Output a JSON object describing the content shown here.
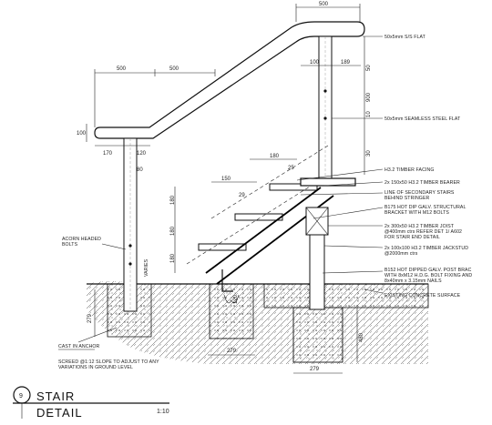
{
  "drawing": {
    "number": "9",
    "title_line1": "STAIR",
    "title_line2": "DETAIL",
    "scale": "1:10"
  },
  "dimensions": {
    "top_500": "500",
    "left_500_a": "500",
    "left_500_b": "500",
    "d100_left": "100",
    "d100_post": "100",
    "d189": "189",
    "d170": "170",
    "d120": "120",
    "d80": "80",
    "d50": "50",
    "d900": "900",
    "d10": "10",
    "d180_a": "180",
    "d180_b": "180",
    "d180_c": "180",
    "d150": "150",
    "d25": "25",
    "d29": "29",
    "d279_left": "279",
    "d279_a": "279",
    "d279_b": "279",
    "d480": "480",
    "d30": "30"
  },
  "labels": {
    "flat_5050": "50x5mm S/S FLAT",
    "flat_seamless": "50x5mm SEAMLESS STEEL FLAT",
    "timber_facing": "H3.2 TIMBER FACING",
    "bearer": "2x 150x50 H3.2 TIMBER BEARER",
    "secondary_stairs": "LINE OF SECONDARY STAIRS\nBEHIND STRINGER",
    "bracket": "B175 HOT DIP GALV. STRUCTURAL\nBRACKET WITH M12 BOLTS",
    "joist": "2x 300x50 H3.2 TIMBER JOIST\n@400mm ctrs REFER DET 1/ A602\nFOR STAIR END DETAIL",
    "jackstud": "2x 100x100 H3.2 TIMBER JACKSTUD\n@2000mm ctrs",
    "post_bracket": "B152 HOT DIPPED GALV. POST BRAC\nWITH 8xM12 H.D.G. BOLT FIXING AND\n8x40mm x 3.15mm NAILS",
    "concrete_surface": "EXISTING CONCRETE SURFACE",
    "acorn_bolts": "ACORN HEADED\nBOLTS",
    "varies": "VARIES",
    "cast_anchor": "CAST IN ANCHOR",
    "screed": "SCREED @1:12 SLOPE TO ADJUST TO ANY\nVARIATIONS IN GROUND LEVEL"
  },
  "colors": {
    "ink": "#111111",
    "paper": "#ffffff"
  }
}
